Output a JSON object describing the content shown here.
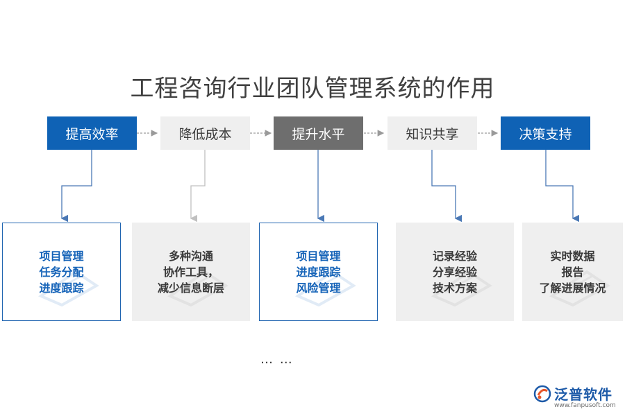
{
  "title": "工程咨询行业团队管理系统的作用",
  "top_boxes": [
    {
      "label": "提高效率"
    },
    {
      "label": "降低成本"
    },
    {
      "label": "提升水平"
    },
    {
      "label": "知识共享"
    },
    {
      "label": "决策支持"
    }
  ],
  "bottom_boxes": [
    {
      "lines": [
        "项目管理",
        "任务分配",
        "进度跟踪"
      ]
    },
    {
      "lines": [
        "多种沟通",
        "协作工具，",
        "减少信息断层"
      ]
    },
    {
      "lines": [
        "项目管理",
        "进度跟踪",
        "风险管理"
      ]
    },
    {
      "lines": [
        "记录经验",
        "分享经验",
        "技术方案"
      ]
    },
    {
      "lines": [
        "实时数据",
        "报告",
        "了解进展情况"
      ]
    }
  ],
  "ellipsis": "… …",
  "logo": {
    "name": "泛普软件",
    "url": "www.fanpusoft.com"
  },
  "colors": {
    "blue": "#0f62b5",
    "gray": "#6e6e6e",
    "light": "#efefef",
    "arrow_blue": "#4a78b5",
    "arrow_gray": "#b8b8b8"
  }
}
